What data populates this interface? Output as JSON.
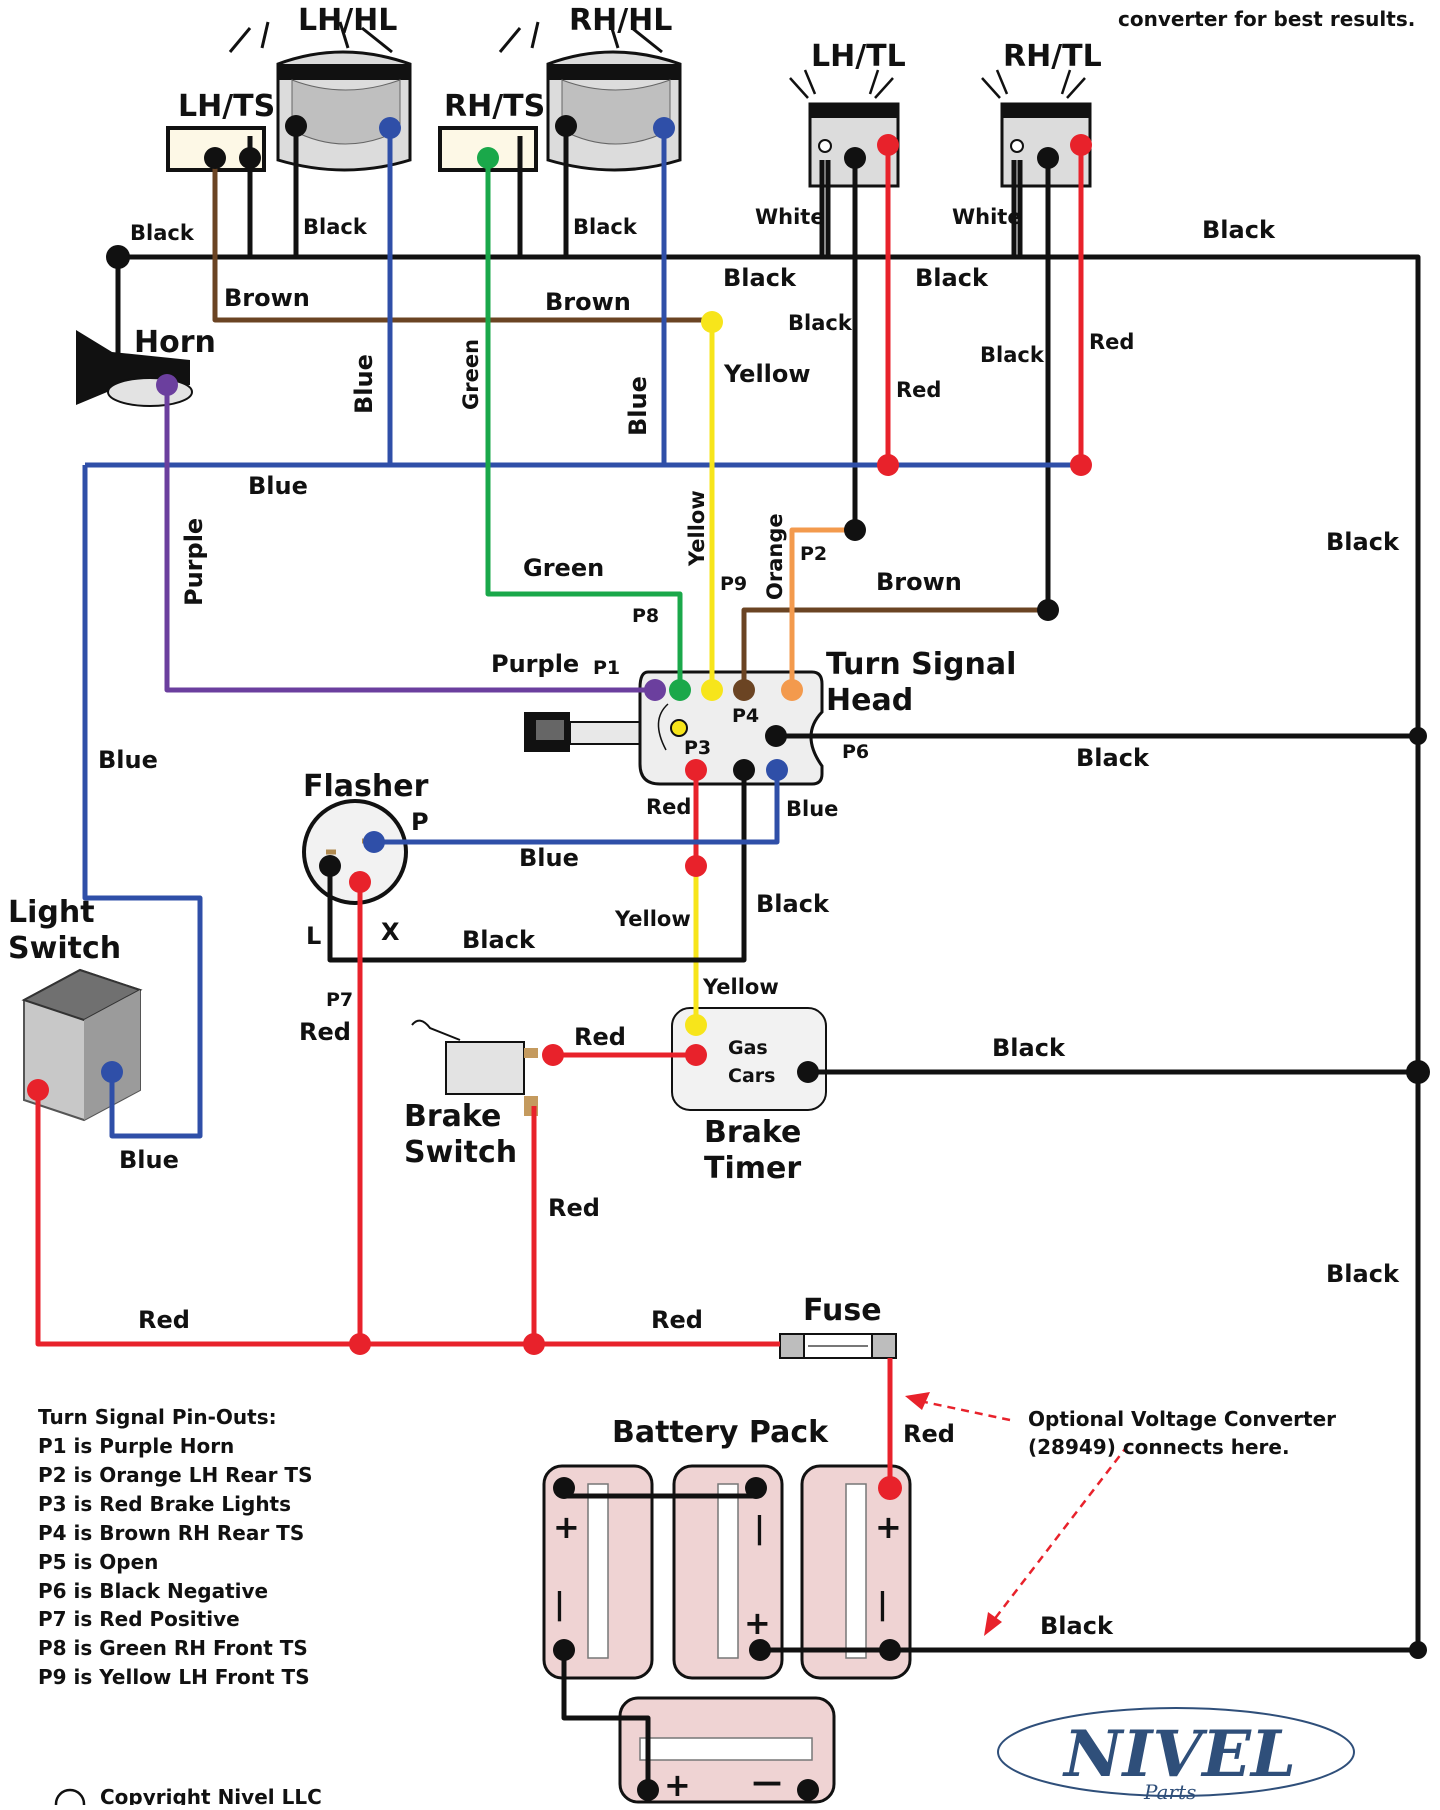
{
  "top_note": "converter for best results.",
  "components": {
    "lh_hl": "LH/HL",
    "rh_hl": "RH/HL",
    "lh_tl": "LH/TL",
    "rh_tl": "RH/TL",
    "lh_ts": "LH/TS",
    "rh_ts": "RH/TS",
    "horn": "Horn",
    "turn_signal_head": [
      "Turn Signal",
      "Head"
    ],
    "flasher": "Flasher",
    "light_switch": [
      "Light",
      "Switch"
    ],
    "brake_switch": [
      "Brake",
      "Switch"
    ],
    "brake_timer": [
      "Brake",
      "Timer"
    ],
    "brake_timer_inner": [
      "Gas",
      "Cars"
    ],
    "battery_pack": "Battery Pack",
    "fuse": "Fuse"
  },
  "wire_labels": {
    "black": "Black",
    "brown": "Brown",
    "blue": "Blue",
    "green": "Green",
    "yellow": "Yellow",
    "purple": "Purple",
    "orange": "Orange",
    "red": "Red",
    "white": "White"
  },
  "pins": {
    "p1": "P1",
    "p2": "P2",
    "p3": "P3",
    "p4": "P4",
    "p6": "P6",
    "p7": "P7",
    "p8": "P8",
    "p9": "P9",
    "flasher_p": "P",
    "flasher_l": "L",
    "flasher_x": "X"
  },
  "converter_note": [
    "Optional Voltage Converter",
    "(28949) connects here."
  ],
  "pinouts": {
    "title": "Turn Signal Pin-Outs:",
    "items": [
      "P1 is Purple Horn",
      "P2 is Orange LH Rear TS",
      "P3 is Red Brake Lights",
      "P4 is Brown RH Rear TS",
      "P5 is Open",
      "P6 is Black Negative",
      "P7 is Red Positive",
      "P8 is Green RH Front TS",
      "P9 is Yellow LH Front TS"
    ]
  },
  "copyright": "Copyright Nivel LLC",
  "logo": {
    "main": "NIVEL",
    "sub": "Parts"
  },
  "colors": {
    "black": "#111111",
    "blue": "#2f4fa8",
    "brown": "#6b4423",
    "green": "#1aa84a",
    "yellow": "#f7e51b",
    "purple": "#6b3f9e",
    "orange": "#f39a4d",
    "red": "#e8222b"
  }
}
